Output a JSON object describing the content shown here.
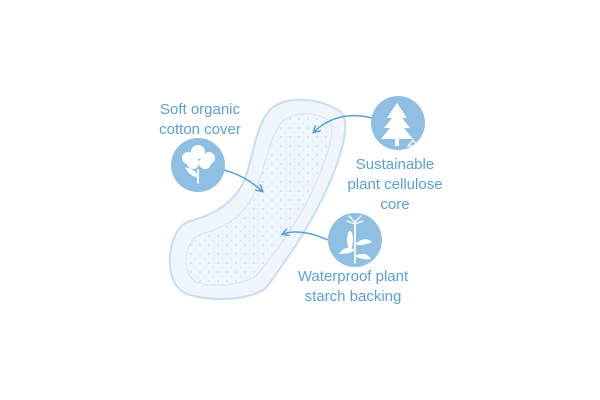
{
  "features": {
    "cotton": {
      "lines": [
        "Soft organic",
        "cotton cover"
      ],
      "icon": "cotton-plant-icon"
    },
    "core": {
      "lines": [
        "Sustainable",
        "plant cellulose",
        "core"
      ],
      "icon": "pine-tree-icon"
    },
    "backing": {
      "lines": [
        "Waterproof plant",
        "starch backing"
      ],
      "icon": "corn-plant-icon"
    }
  },
  "colors": {
    "accent": "#5b9fd6",
    "icon_circle": "#8fbfe3",
    "pad_fill": "#eef5fb",
    "pad_outline": "#c9def0"
  }
}
